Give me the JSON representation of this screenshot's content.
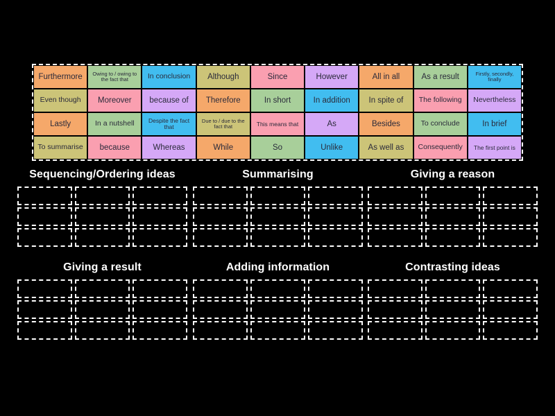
{
  "board": {
    "tile_bank": {
      "name": "connectives-tile-bank",
      "columns": 9,
      "rows": 4,
      "tiles": [
        {
          "label": "Furthermore",
          "color": "#f5a86a",
          "size": "lg"
        },
        {
          "label": "Owing to / owing to the fact that",
          "color": "#a8cf9a",
          "size": "xs"
        },
        {
          "label": "In conclusion",
          "color": "#41bdf0",
          "size": "md"
        },
        {
          "label": "Although",
          "color": "#ccc478",
          "size": "lg"
        },
        {
          "label": "Since",
          "color": "#fa9fb0",
          "size": "lg"
        },
        {
          "label": "However",
          "color": "#d5a8f7",
          "size": "lg"
        },
        {
          "label": "All in all",
          "color": "#f5a86a",
          "size": "lg"
        },
        {
          "label": "As a result",
          "color": "#a8cf9a",
          "size": "lg"
        },
        {
          "label": "Firstly, secondly, finally",
          "color": "#41bdf0",
          "size": "xs"
        },
        {
          "label": "Even though",
          "color": "#ccc478",
          "size": "md"
        },
        {
          "label": "Moreover",
          "color": "#fa9fb0",
          "size": "lg"
        },
        {
          "label": "because of",
          "color": "#d5a8f7",
          "size": "lg"
        },
        {
          "label": "Therefore",
          "color": "#f5a86a",
          "size": "lg"
        },
        {
          "label": "In short",
          "color": "#a8cf9a",
          "size": "lg"
        },
        {
          "label": "In addition",
          "color": "#41bdf0",
          "size": "lg"
        },
        {
          "label": "In spite of",
          "color": "#ccc478",
          "size": "lg"
        },
        {
          "label": "The following",
          "color": "#fa9fb0",
          "size": "md"
        },
        {
          "label": "Nevertheless",
          "color": "#d5a8f7",
          "size": "md"
        },
        {
          "label": "Lastly",
          "color": "#f5a86a",
          "size": "lg"
        },
        {
          "label": "In a nutshell",
          "color": "#a8cf9a",
          "size": "md"
        },
        {
          "label": "Despite the fact that",
          "color": "#41bdf0",
          "size": "sm"
        },
        {
          "label": "Due to / due to the fact that",
          "color": "#ccc478",
          "size": "xs"
        },
        {
          "label": "This means that",
          "color": "#fa9fb0",
          "size": "sm"
        },
        {
          "label": "As",
          "color": "#d5a8f7",
          "size": "lg"
        },
        {
          "label": "Besides",
          "color": "#f5a86a",
          "size": "lg"
        },
        {
          "label": "To conclude",
          "color": "#a8cf9a",
          "size": "md"
        },
        {
          "label": "In brief",
          "color": "#41bdf0",
          "size": "lg"
        },
        {
          "label": "To summarise",
          "color": "#ccc478",
          "size": "md"
        },
        {
          "label": "because",
          "color": "#fa9fb0",
          "size": "lg"
        },
        {
          "label": "Whereas",
          "color": "#d5a8f7",
          "size": "lg"
        },
        {
          "label": "While",
          "color": "#f5a86a",
          "size": "lg"
        },
        {
          "label": "So",
          "color": "#a8cf9a",
          "size": "lg"
        },
        {
          "label": "Unlike",
          "color": "#41bdf0",
          "size": "lg"
        },
        {
          "label": "As well as",
          "color": "#ccc478",
          "size": "lg"
        },
        {
          "label": "Consequently",
          "color": "#fa9fb0",
          "size": "md"
        },
        {
          "label": "The first point is",
          "color": "#d5a8f7",
          "size": "sm"
        }
      ]
    },
    "sections": [
      {
        "title": "Sequencing/Ordering ideas",
        "slots": 9
      },
      {
        "title": "Summarising",
        "slots": 9
      },
      {
        "title": "Giving a reason",
        "slots": 9
      },
      {
        "title": "Giving a result",
        "slots": 9
      },
      {
        "title": "Adding information",
        "slots": 9
      },
      {
        "title": "Contrasting ideas",
        "slots": 9
      }
    ]
  },
  "theme": {
    "background": "#000000",
    "title_color": "#ffffff",
    "dropzone_border": "#ffffff",
    "tile_text_color": "#2a2a3a"
  }
}
